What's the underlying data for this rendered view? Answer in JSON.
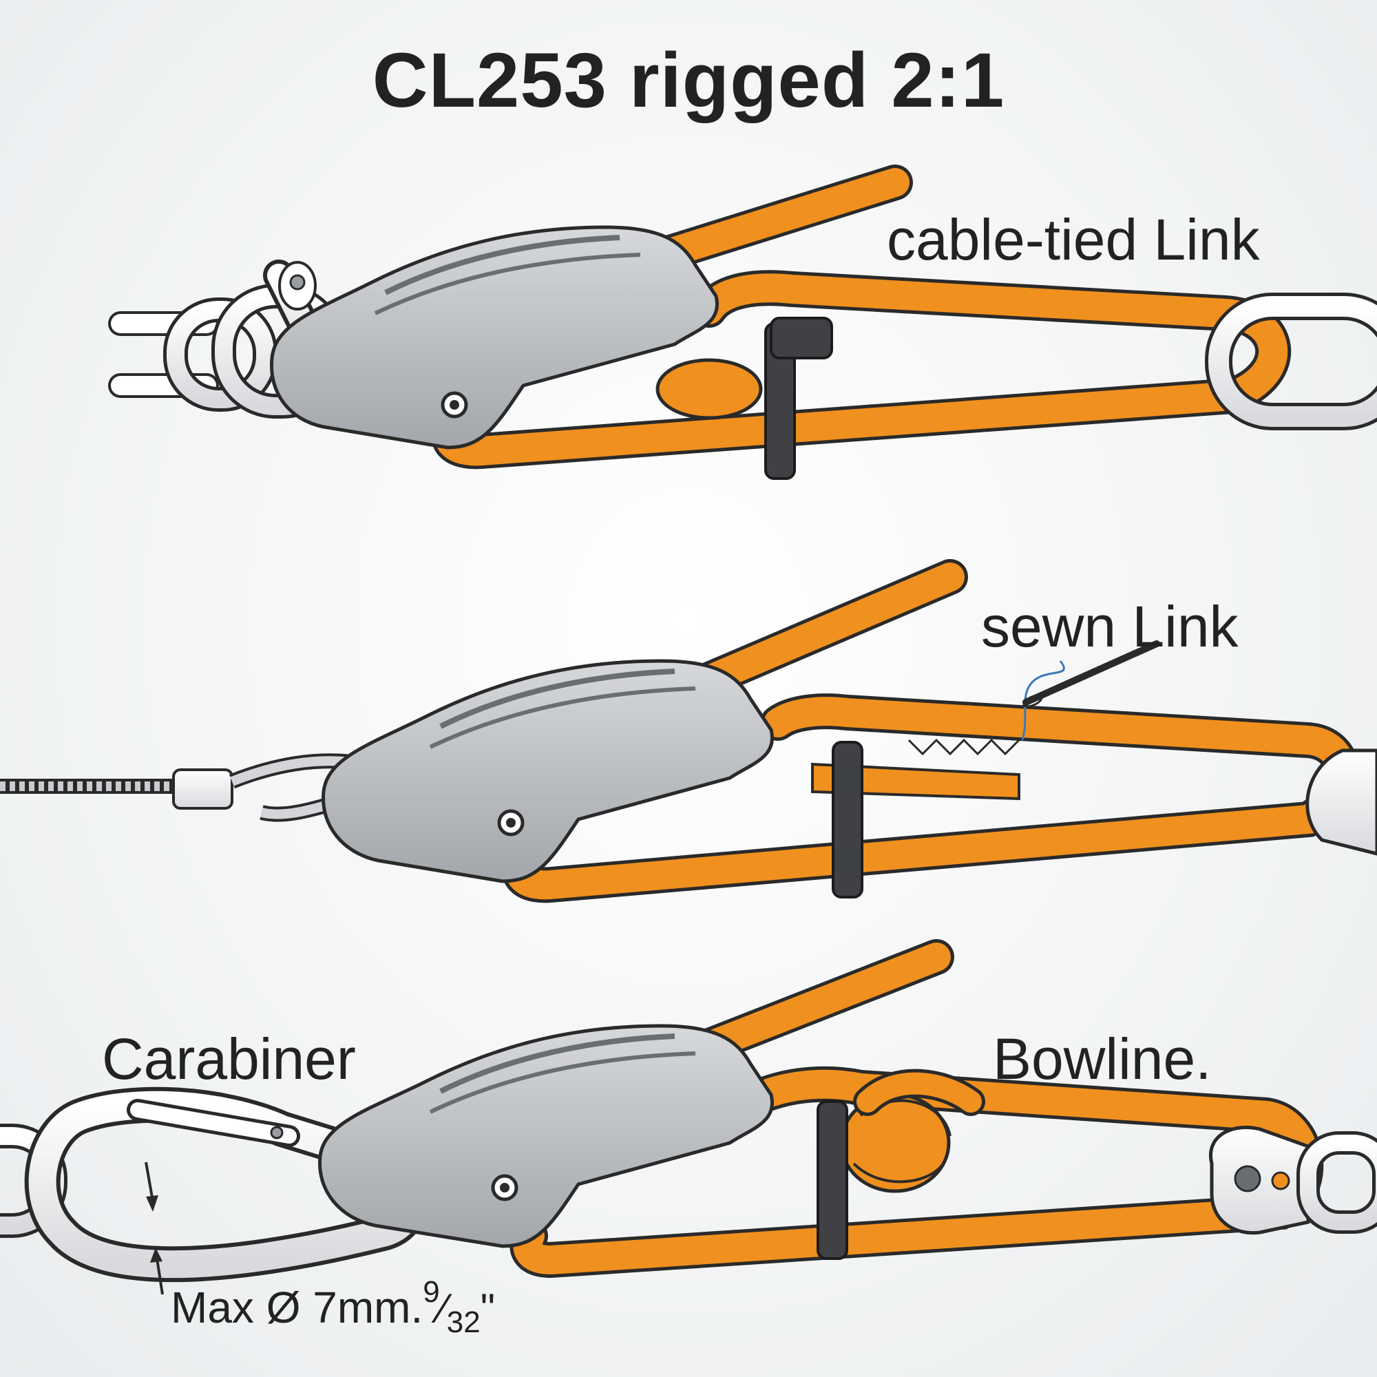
{
  "title": "CL253 rigged 2:1",
  "labels": {
    "cable_tied": "cable-tied Link",
    "sewn": "sewn Link",
    "carabiner": "Carabiner",
    "bowline": "Bowline.",
    "max_prefix": "Max Ø 7mm.",
    "frac_num": "9",
    "frac_sep": "⁄",
    "frac_den": "32",
    "frac_unit": "\""
  },
  "colors": {
    "rope": "#f0901e",
    "rope_dark": "#c86d0c",
    "cleat": "#b5b7ba",
    "cleat_dark": "#5e6166",
    "tie": "#3f4145",
    "metal": "#e8eaec",
    "outline": "#2a2a2a",
    "thread": "#3a78b8"
  }
}
